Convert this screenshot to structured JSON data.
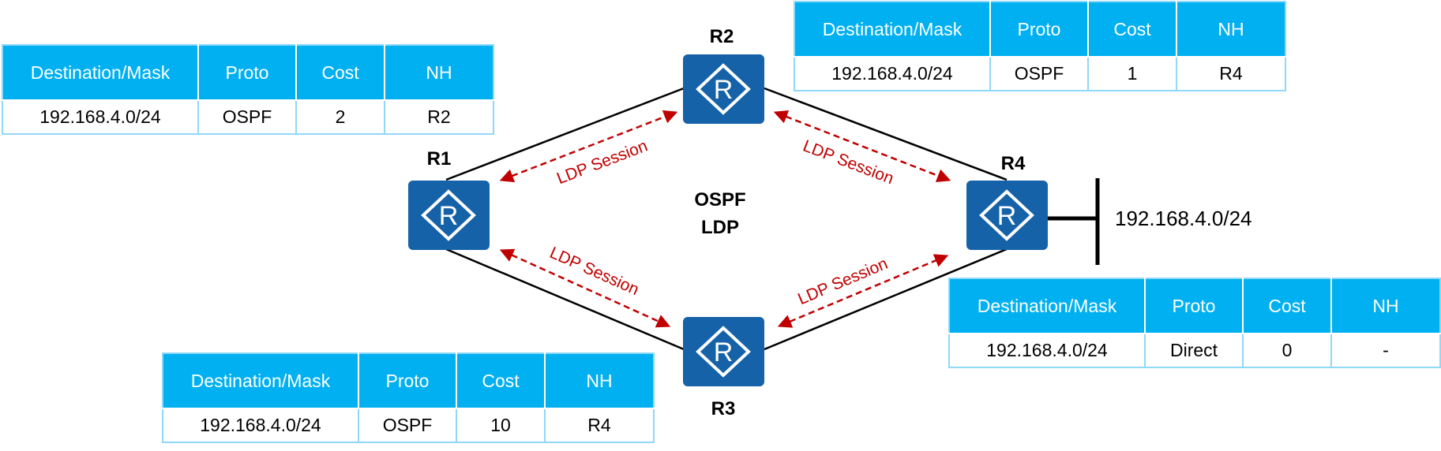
{
  "routers": [
    {
      "id": "r1",
      "label": "R1"
    },
    {
      "id": "r2",
      "label": "R2"
    },
    {
      "id": "r3",
      "label": "R3"
    },
    {
      "id": "r4",
      "label": "R4"
    }
  ],
  "router_icon_glyph": "R",
  "center_labels": [
    "OSPF",
    "LDP"
  ],
  "sessions": [
    {
      "id": "r1-r2",
      "label": "LDP Session"
    },
    {
      "id": "r2-r4",
      "label": "LDP Session"
    },
    {
      "id": "r1-r3",
      "label": "LDP Session"
    },
    {
      "id": "r3-r4",
      "label": "LDP Session"
    }
  ],
  "network": {
    "label": "192.168.4.0/24"
  },
  "colors": {
    "router_fill": "#1562a8",
    "table_header": "#00b0f0",
    "session_arrow": "#c00000",
    "link": "#000000"
  },
  "tables": [
    {
      "id": "r1",
      "columns": [
        "Destination/Mask",
        "Proto",
        "Cost",
        "NH"
      ],
      "rows": [
        [
          "192.168.4.0/24",
          "OSPF",
          "2",
          "R2"
        ]
      ]
    },
    {
      "id": "r2",
      "columns": [
        "Destination/Mask",
        "Proto",
        "Cost",
        "NH"
      ],
      "rows": [
        [
          "192.168.4.0/24",
          "OSPF",
          "1",
          "R4"
        ]
      ]
    },
    {
      "id": "r3",
      "columns": [
        "Destination/Mask",
        "Proto",
        "Cost",
        "NH"
      ],
      "rows": [
        [
          "192.168.4.0/24",
          "OSPF",
          "10",
          "R4"
        ]
      ]
    },
    {
      "id": "r4",
      "columns": [
        "Destination/Mask",
        "Proto",
        "Cost",
        "NH"
      ],
      "rows": [
        [
          "192.168.4.0/24",
          "Direct",
          "0",
          "-"
        ]
      ]
    }
  ]
}
